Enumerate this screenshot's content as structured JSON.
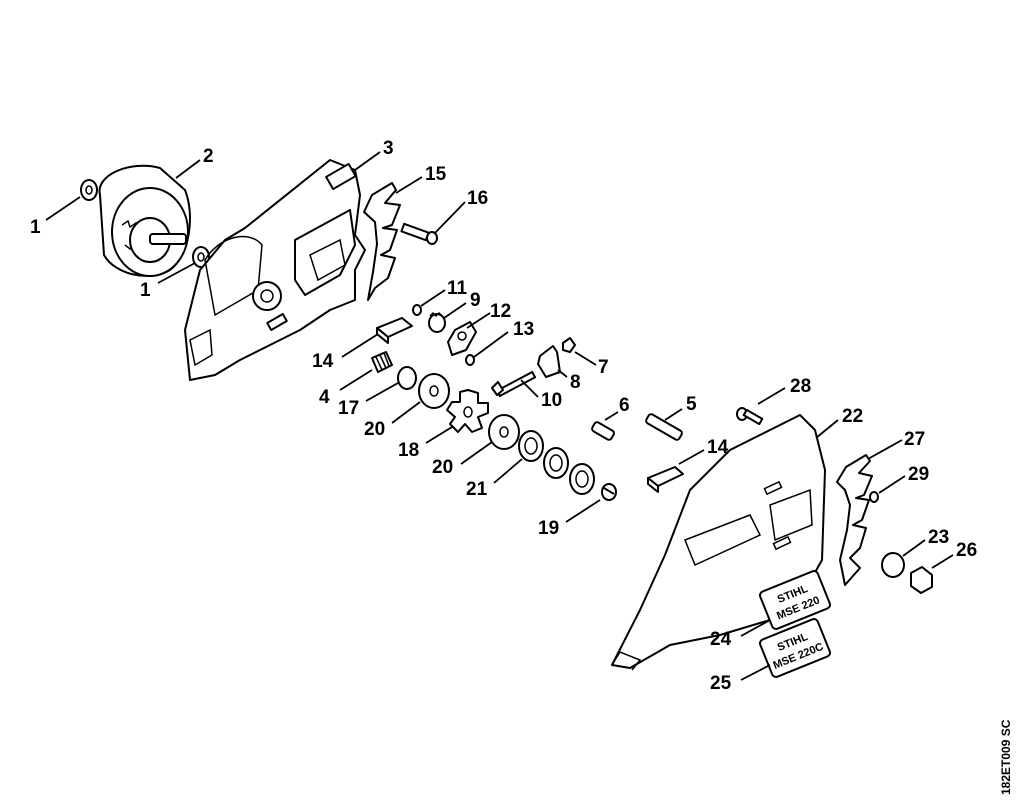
{
  "diagram": {
    "callouts": [
      "1",
      "2",
      "1",
      "3",
      "15",
      "16",
      "11",
      "9",
      "12",
      "13",
      "7",
      "14",
      "8",
      "4",
      "10",
      "17",
      "20",
      "18",
      "20",
      "21",
      "19",
      "6",
      "5",
      "14",
      "28",
      "22",
      "27",
      "29",
      "23",
      "26",
      "24",
      "25"
    ],
    "badges": [
      {
        "brand": "STIHL",
        "model": "MSE 220"
      },
      {
        "brand": "STIHL",
        "model": "MSE 220C"
      }
    ],
    "reference_code": "182ET009 SC"
  }
}
